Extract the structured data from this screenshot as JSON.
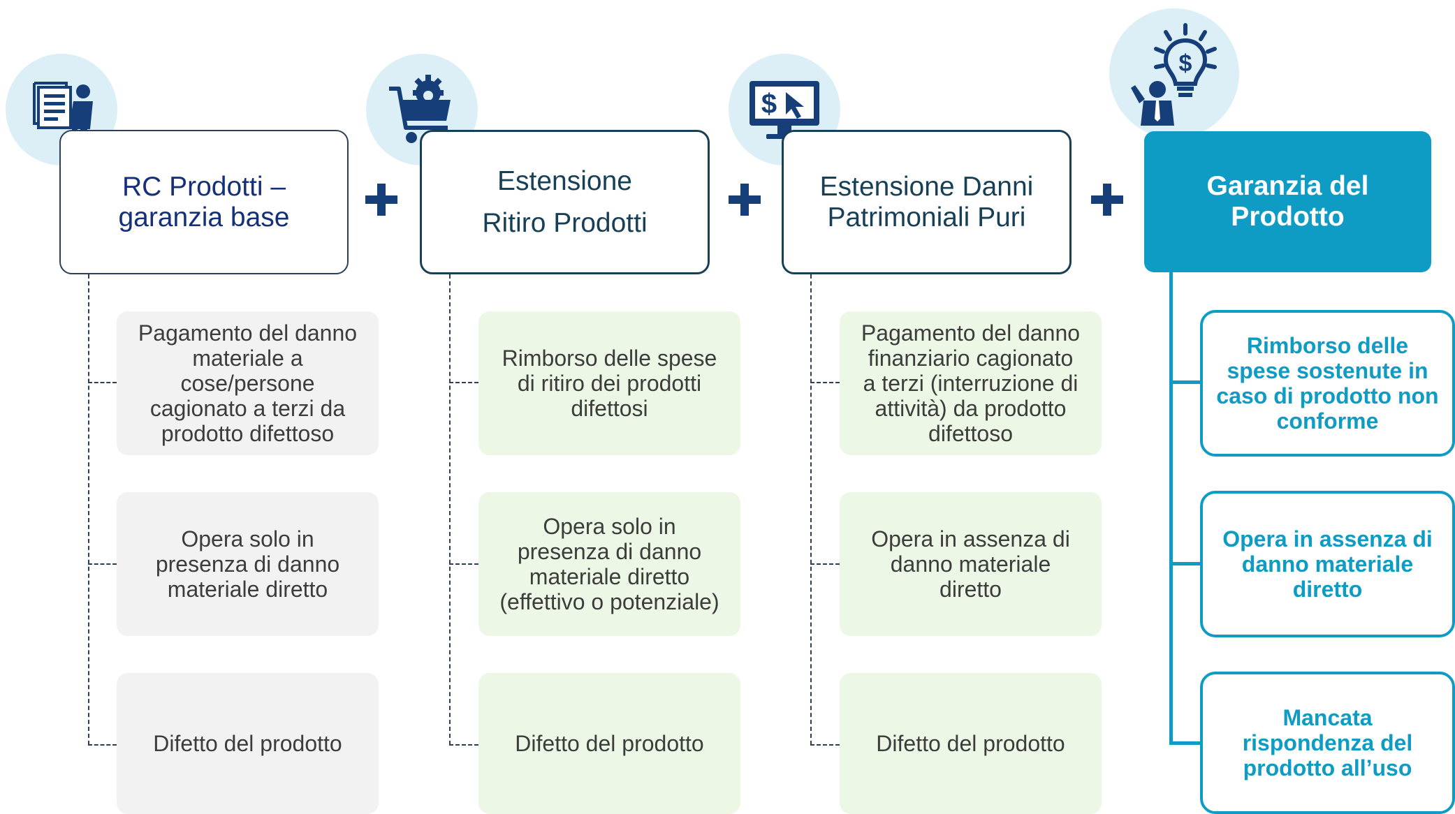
{
  "columns": [
    {
      "header": [
        "RC Prodotti –",
        "garanzia base"
      ],
      "icon": "document-businessman-icon",
      "boxes": [
        [
          "Pagamento del danno",
          "materiale a",
          "cose/persone",
          "cagionato a terzi da",
          "prodotto difettoso"
        ],
        [
          "Opera solo in",
          "presenza di danno",
          "materiale diretto"
        ],
        [
          "Difetto del prodotto"
        ]
      ]
    },
    {
      "header": [
        "Estensione",
        "Ritiro Prodotti"
      ],
      "icon": "shopping-cart-gear-icon",
      "boxes": [
        [
          "Rimborso delle spese",
          "di ritiro dei prodotti",
          "difettosi"
        ],
        [
          "Opera solo in",
          "presenza di danno",
          "materiale diretto",
          "(effettivo o potenziale)"
        ],
        [
          "Difetto del prodotto"
        ]
      ]
    },
    {
      "header": [
        "Estensione Danni",
        "Patrimoniali Puri"
      ],
      "icon": "computer-monitor-dollar-icon",
      "boxes": [
        [
          "Pagamento del danno",
          "finanziario cagionato",
          "a terzi (interruzione di",
          "attività) da prodotto",
          "difettoso"
        ],
        [
          "Opera in assenza di",
          "danno materiale",
          "diretto"
        ],
        [
          "Difetto del prodotto"
        ]
      ]
    },
    {
      "header": [
        "Garanzia del",
        "Prodotto"
      ],
      "icon": "businessman-lightbulb-dollar-icon",
      "boxes": [
        [
          "Rimborso delle",
          "spese sostenute in",
          "caso di prodotto non",
          "conforme"
        ],
        [
          "Opera in assenza di",
          "danno materiale",
          "diretto"
        ],
        [
          "Mancata",
          "rispondenza del",
          "prodotto all’uso"
        ]
      ]
    }
  ],
  "plus_icon": "plus-icon",
  "colors": {
    "navy_text": "#15307A",
    "teal_accent": "#0E9BC4",
    "grey_box": "#F2F2F2",
    "green_box": "#EDF7E5",
    "icon_circle": "#DCEFF7"
  }
}
